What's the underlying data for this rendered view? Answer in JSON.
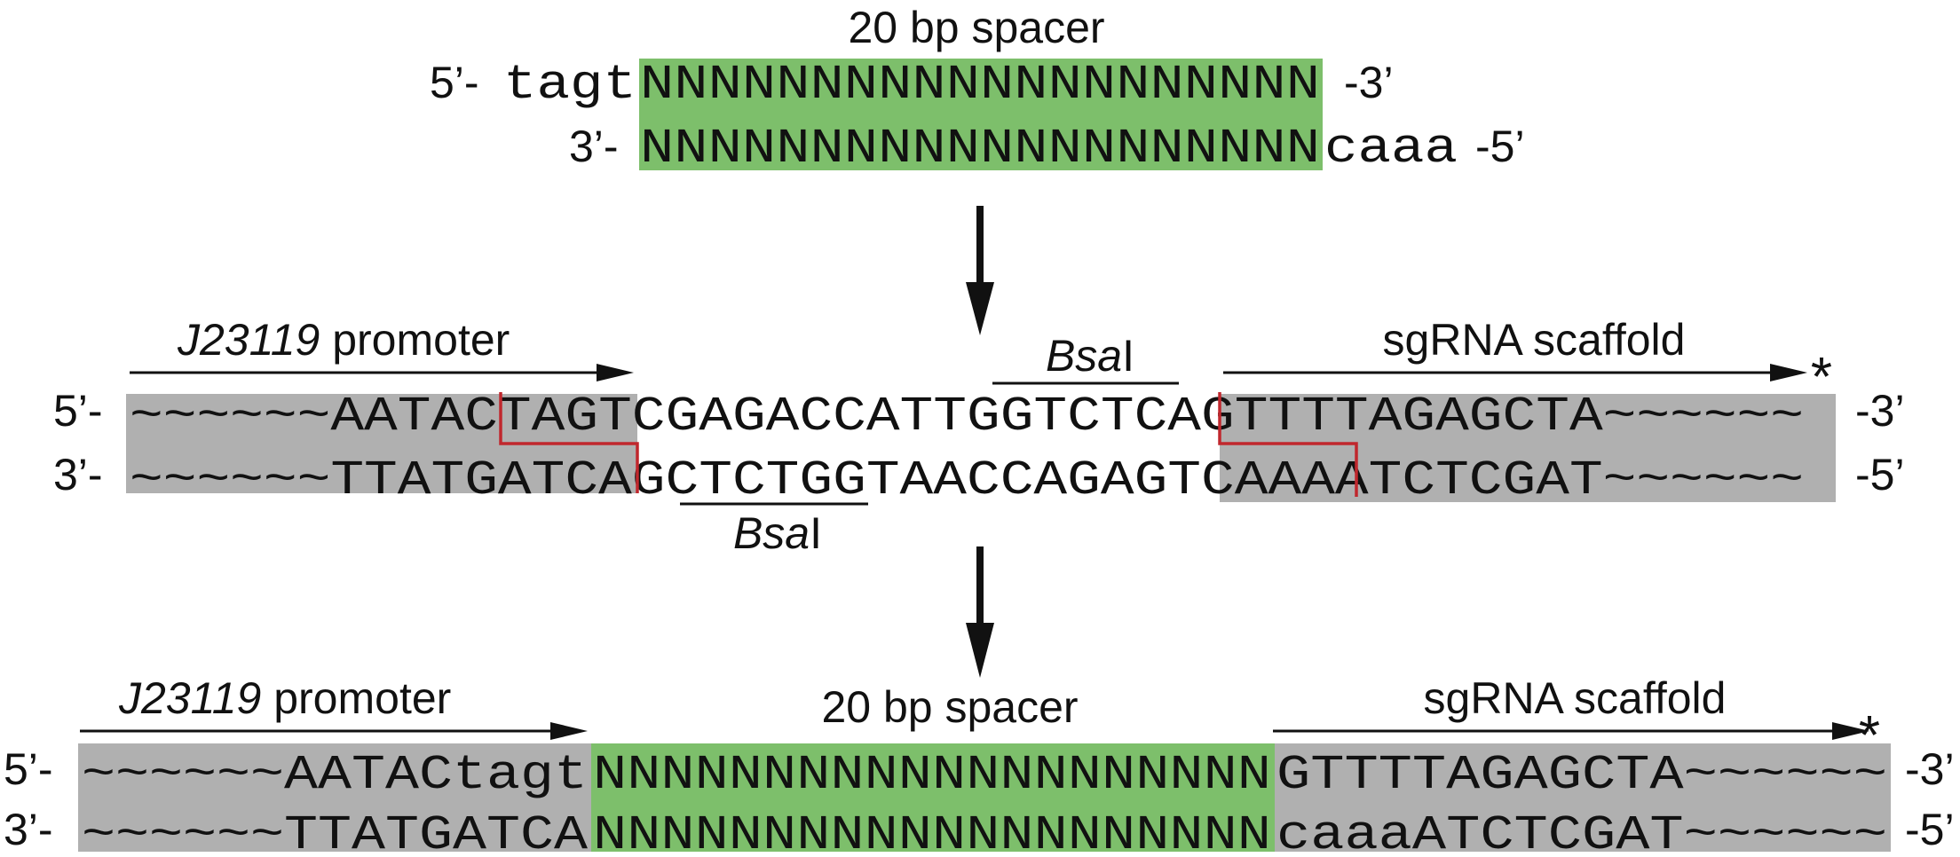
{
  "colors": {
    "spacer_fill": "#7dbf6b",
    "flank_fill": "#b0b0b0",
    "cut_line": "#c0272d",
    "text": "#111111"
  },
  "top": {
    "spacer_label": "20 bp spacer",
    "top_prefix": "5’-",
    "top_overhang": "tagt",
    "top_spacer": "NNNNNNNNNNNNNNNNNNNN",
    "top_suffix": "-3’",
    "bottom_prefix": "3’-",
    "bottom_spacer": "NNNNNNNNNNNNNNNNNNNN",
    "bottom_overhang": "caaa",
    "bottom_suffix": "-5’"
  },
  "middle": {
    "promoter_name": "J23119",
    "promoter_word": " promoter",
    "bsai_top_italic": "Bsa",
    "bsai_top_roman": "I",
    "scaffold_label": "sgRNA scaffold",
    "star": "*",
    "top_prefix": "5’-",
    "top_seq": "~~~~~~AATACTAGTCGAGACCATTGGTCTCAGTTTTAGAGCTA~~~~~~",
    "top_suffix": "-3’",
    "bottom_prefix": "3’-",
    "bottom_seq": "~~~~~~TTATGATCAGCTCTGGTAACCAGAGTCAAAATCTCGAT~~~~~~",
    "bottom_suffix": "-5’",
    "bsai_bottom_italic": "Bsa",
    "bsai_bottom_roman": "I"
  },
  "bottom": {
    "promoter_name": "J23119",
    "promoter_word": " promoter",
    "spacer_label": "20 bp spacer",
    "scaffold_label": "sgRNA scaffold",
    "star": "*",
    "top_prefix": "5’-",
    "top_left": "~~~~~~AATACtagt",
    "top_spacer": "NNNNNNNNNNNNNNNNNNNN",
    "top_right": "GTTTTAGAGCTA~~~~~~",
    "top_suffix": "-3’",
    "bottom_prefix": "3’-",
    "bottom_left": "~~~~~~TTATGATCA",
    "bottom_spacer": "NNNNNNNNNNNNNNNNNNNN",
    "bottom_right": "caaaATCTCGAT~~~~~~",
    "bottom_suffix": "-5’"
  }
}
